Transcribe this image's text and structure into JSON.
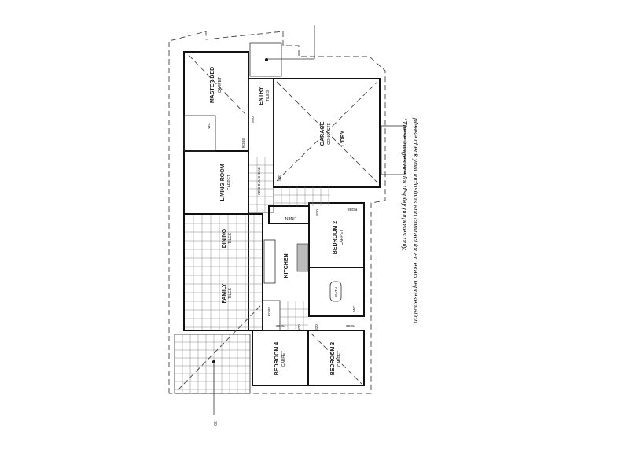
{
  "rooms": {
    "master_bed": {
      "name": "MASTER BED",
      "finish": "CARPET"
    },
    "entry": {
      "name": "ENTRY",
      "finish": "TILES"
    },
    "garage": {
      "name": "GARAGE",
      "finish": "CONCRETE"
    },
    "laundry": {
      "name": "L'DRY"
    },
    "living": {
      "name": "LIVING ROOM",
      "finish": "CARPET"
    },
    "dining": {
      "name": "DINING",
      "finish": "TILES"
    },
    "family": {
      "name": "FAMILY",
      "finish": "TILES"
    },
    "kitchen": {
      "name": "KITCHEN"
    },
    "linen": {
      "name": "LINEN"
    },
    "bedroom2": {
      "name": "BEDROOM 2",
      "finish": "CARPET"
    },
    "bath": {
      "name": "BATH"
    },
    "bedroom3": {
      "name": "BEDROOM 3",
      "finish": "CARPET"
    },
    "bedroom4": {
      "name": "BEDROOM 4",
      "finish": "CARPET"
    }
  },
  "annotations": {
    "robe": "ROBE",
    "door": "820",
    "wc": "WC",
    "bulkhead": "2250 BULKHEAD",
    "dim": "30"
  },
  "disclaimer": {
    "line1": "*These images are for display purposes only,",
    "line2": "please check your inclusions and contract for an exact representation."
  }
}
